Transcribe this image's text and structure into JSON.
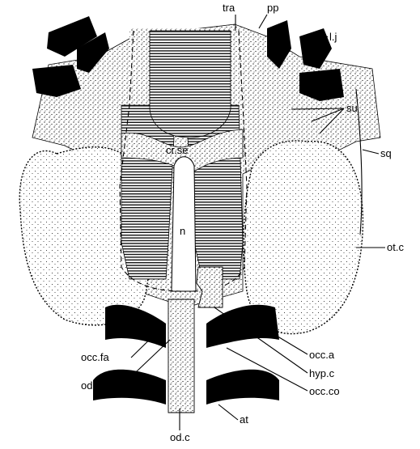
{
  "labels": {
    "tra": "tra",
    "pp": "pp",
    "lj": "l.j",
    "su": "su",
    "sq": "sq",
    "crse": "cr.se",
    "n": "n",
    "otc": "ot.c",
    "occfa": "occ.fa",
    "odco": "od.co",
    "occa": "occ.a",
    "hypc": "hyp.c",
    "occco": "occ.co",
    "at": "at",
    "odc": "od.c"
  },
  "colors": {
    "ink": "#000000",
    "paper": "#ffffff"
  }
}
